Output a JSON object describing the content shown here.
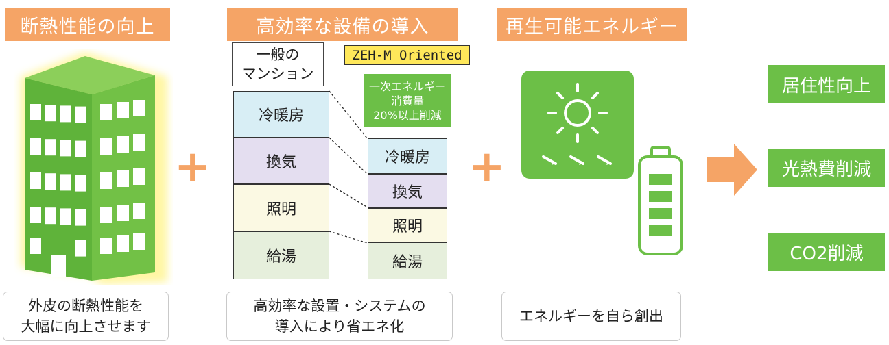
{
  "headers": {
    "insulation": "断熱性能の向上",
    "equipment": "高効率な設備の導入",
    "renewable": "再生可能エネルギー"
  },
  "captions": {
    "insulation_line1": "外皮の断熱性能を",
    "insulation_line2": "大幅に向上させます",
    "equipment_line1": "高効率な設置・システムの",
    "equipment_line2": "導入により省エネ化",
    "renewable": "エネルギーを自ら創出"
  },
  "comparison": {
    "general_line1": "一般の",
    "general_line2": "マンション",
    "zeh_label": "ZEH-M Oriented",
    "reduction_line1": "一次エネルギー",
    "reduction_line2": "消費量",
    "reduction_line3": "20%以上削減",
    "categories": [
      "冷暖房",
      "換気",
      "照明",
      "給湯"
    ]
  },
  "results": [
    "居住性向上",
    "光熱費削減",
    "CO2削減"
  ],
  "operators": {
    "plus": "+"
  },
  "colors": {
    "header_orange": "#f5a466",
    "green": "#6cbf47",
    "cooling": "#d8eef5",
    "ventilation": "#e4def0",
    "lighting": "#fbf9e3",
    "hotwater": "#e6efdc",
    "zeh_yellow": "#ffe85a"
  }
}
